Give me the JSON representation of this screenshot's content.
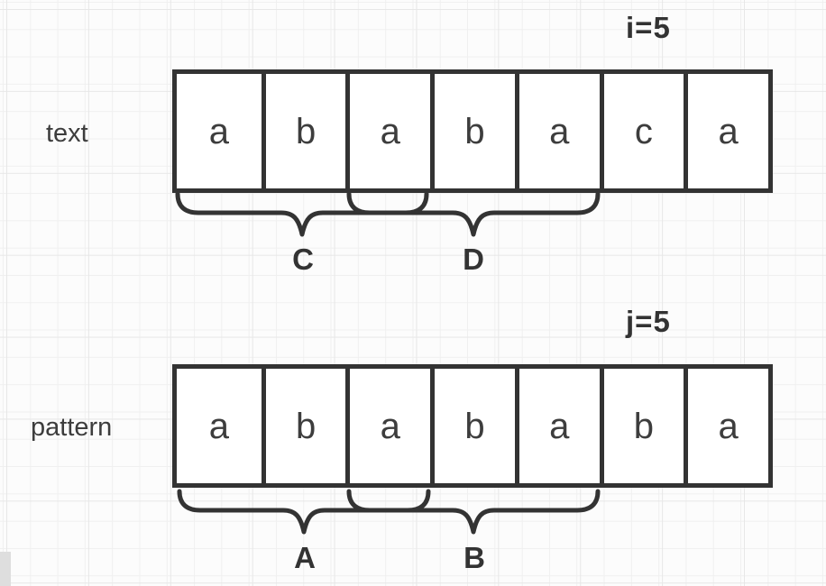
{
  "canvas": {
    "background": "#fcfcfc",
    "grid_minor_color": "#f0f0f0",
    "grid_major_color": "#e7e7e7",
    "stroke_color": "#333333",
    "letter_color": "#3d3d3d"
  },
  "text_row": {
    "index_label": "i=5",
    "row_label": "text",
    "cells": [
      "a",
      "b",
      "a",
      "b",
      "a",
      "c",
      "a"
    ],
    "braces": [
      {
        "label": "C"
      },
      {
        "label": "D"
      }
    ]
  },
  "pattern_row": {
    "index_label": "j=5",
    "row_label": "pattern",
    "cells": [
      "a",
      "b",
      "a",
      "b",
      "a",
      "b",
      "a"
    ],
    "braces": [
      {
        "label": "A"
      },
      {
        "label": "B"
      }
    ]
  }
}
